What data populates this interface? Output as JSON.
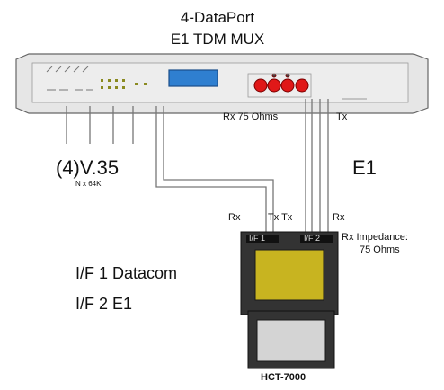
{
  "title": {
    "line1": "4-DataPort",
    "line2": "E1 TDM MUX"
  },
  "ports": {
    "rx_75": "Rx  75 Ohms",
    "tx_top": "Tx",
    "v35": "(4)V.35",
    "v35_sub": "N x 64K",
    "e1": "E1",
    "rx_left": "Rx",
    "tx_tx": "Tx Tx",
    "rx_right": "Rx",
    "rx_imp_1": "Rx Impedance:",
    "rx_imp_2": "75 Ohms"
  },
  "device": {
    "if1": "I/F 1",
    "if2": "I/F 2",
    "name": "HCT-7000"
  },
  "legend": {
    "line1": "I/F 1 Datacom",
    "line2": "I/F 2 E1"
  },
  "colors": {
    "mux_body": "#e8e8e8",
    "display": "#2f7fd0",
    "led": "#e01818",
    "device_body": "#333333",
    "device_screen": "#c8b420",
    "device_lower": "#d4d4d4"
  }
}
